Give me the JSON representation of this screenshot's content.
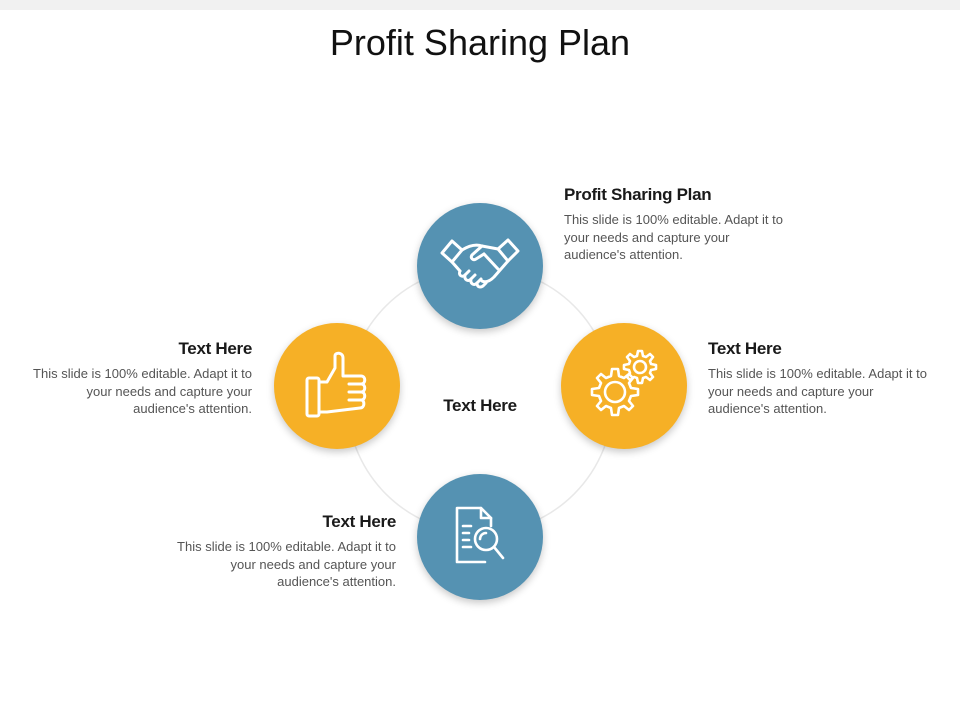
{
  "slide": {
    "title": "Profit Sharing Plan",
    "center_label": "Text Here"
  },
  "colors": {
    "blue": "#5592b2",
    "orange": "#f6b026",
    "ring": "#e8e8e8"
  },
  "items": [
    {
      "heading": "Profit Sharing Plan",
      "body": "This slide is 100% editable. Adapt it to your needs and capture your audience's attention.",
      "icon": "handshake-icon"
    },
    {
      "heading": "Text Here",
      "body": "This slide is 100% editable. Adapt it to your needs and capture your audience's attention.",
      "icon": "gears-icon"
    },
    {
      "heading": "Text Here",
      "body": "This slide is 100% editable. Adapt it to your needs and capture your audience's attention.",
      "icon": "document-search-icon"
    },
    {
      "heading": "Text Here",
      "body": "This slide is 100% editable. Adapt it to your needs and capture your audience's attention.",
      "icon": "thumbs-up-icon"
    }
  ]
}
